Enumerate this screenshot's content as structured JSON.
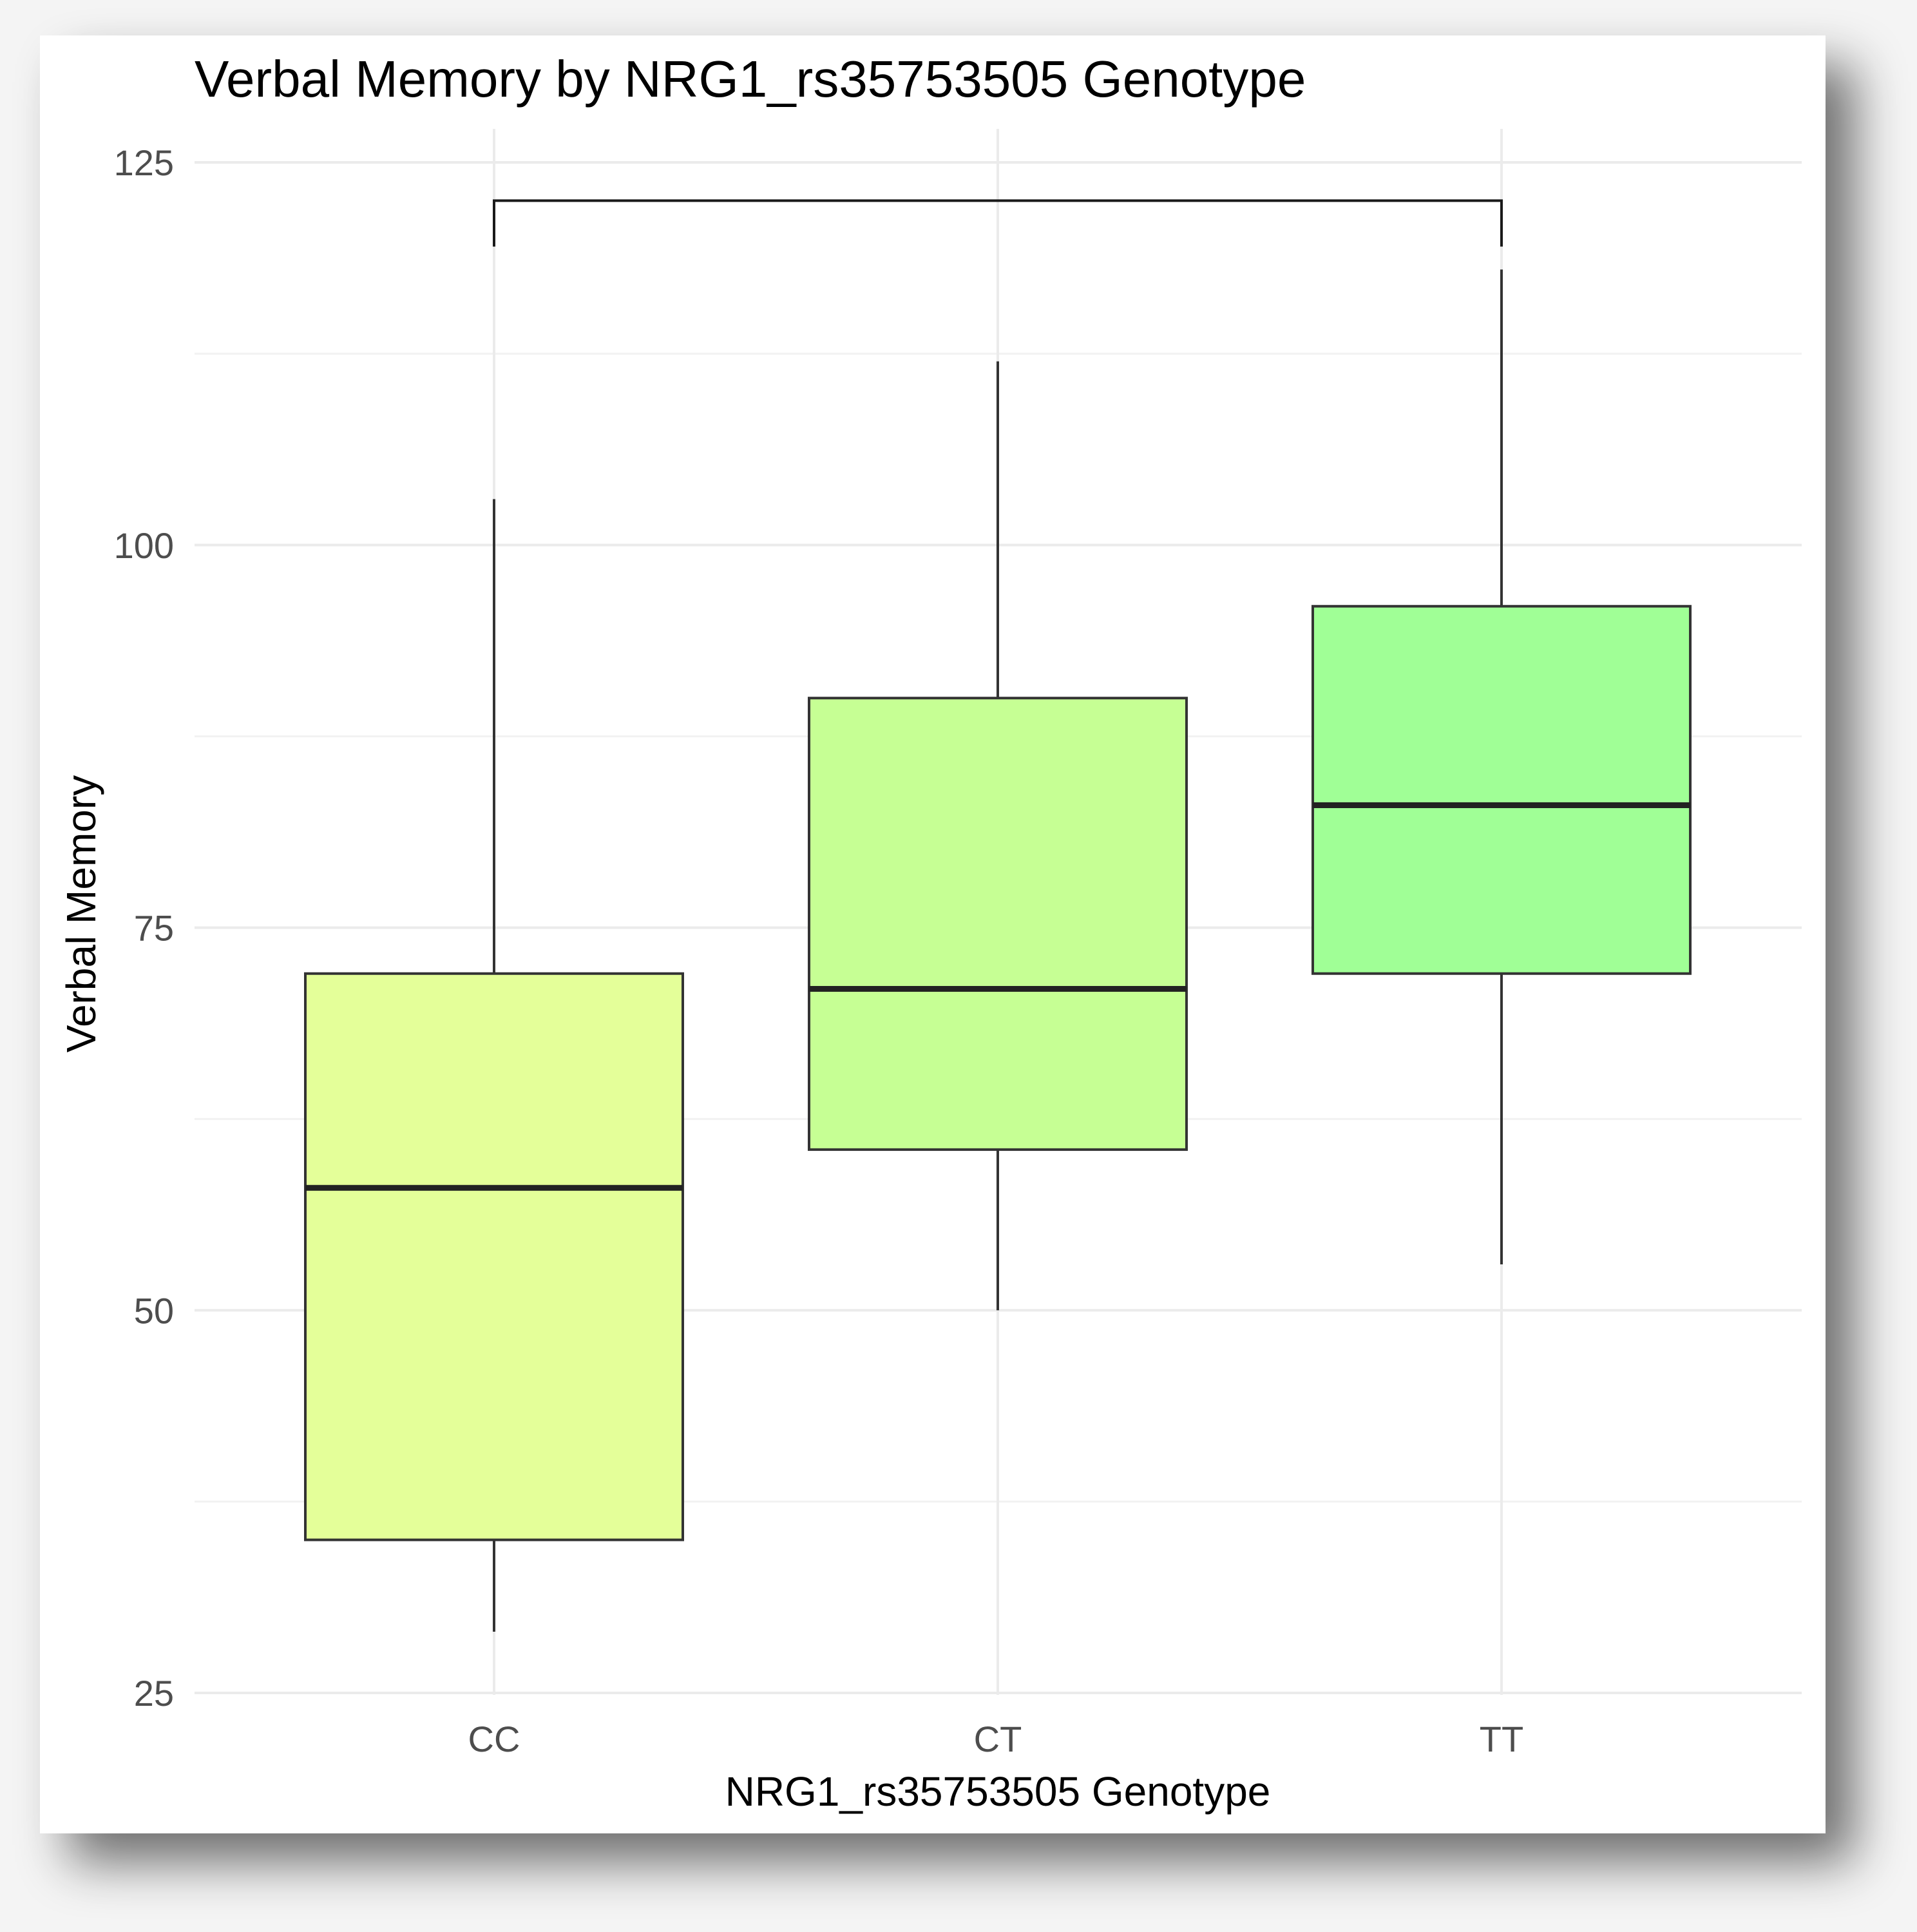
{
  "chart_data": {
    "type": "box",
    "title": "Verbal Memory by NRG1_rs35753505 Genotype",
    "xlabel": "NRG1_rs35753505 Genotype",
    "ylabel": "Verbal Memory",
    "ylim": [
      25,
      125
    ],
    "yticks": [
      25,
      50,
      75,
      100,
      125
    ],
    "grid": true,
    "legend": "none",
    "categories": [
      "CC",
      "CT",
      "TT"
    ],
    "boxes": [
      {
        "category": "CC",
        "whisker_low": 29,
        "q1": 35,
        "median": 58,
        "q3": 72,
        "whisker_high": 103,
        "fill": "#e4ff99"
      },
      {
        "category": "CT",
        "whisker_low": 50,
        "q1": 60.5,
        "median": 71,
        "q3": 90,
        "whisker_high": 112,
        "fill": "#c6ff94"
      },
      {
        "category": "TT",
        "whisker_low": 53,
        "q1": 72,
        "median": 83,
        "q3": 96,
        "whisker_high": 118,
        "fill": "#a0ff96"
      }
    ],
    "bracket": {
      "from": "CC",
      "to": "TT",
      "y": 122.5,
      "left_end": 119.5,
      "right_end": 119.5
    }
  }
}
